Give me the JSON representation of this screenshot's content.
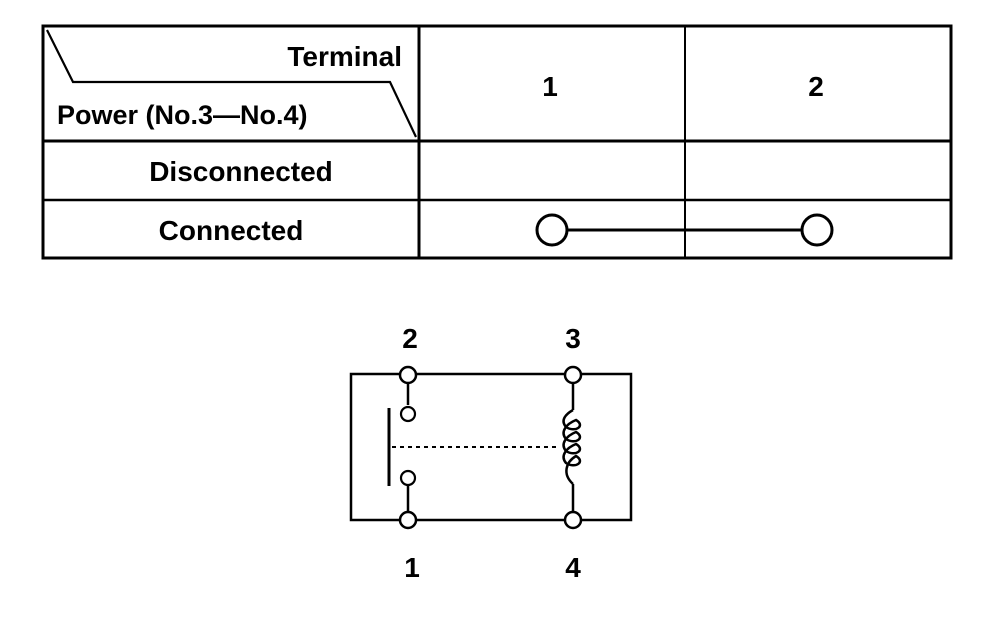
{
  "table": {
    "header_top": "Terminal",
    "header_bottom": "Power (No.3—No.4)",
    "terminals": [
      "1",
      "2"
    ],
    "rows": [
      {
        "label": "Disconnected",
        "continuity": false
      },
      {
        "label": "Connected",
        "continuity": true
      }
    ]
  },
  "schematic": {
    "terminal_top_left": "2",
    "terminal_top_right": "3",
    "terminal_bottom_left": "1",
    "terminal_bottom_right": "4",
    "components": [
      "switch-contact",
      "relay-coil"
    ]
  }
}
